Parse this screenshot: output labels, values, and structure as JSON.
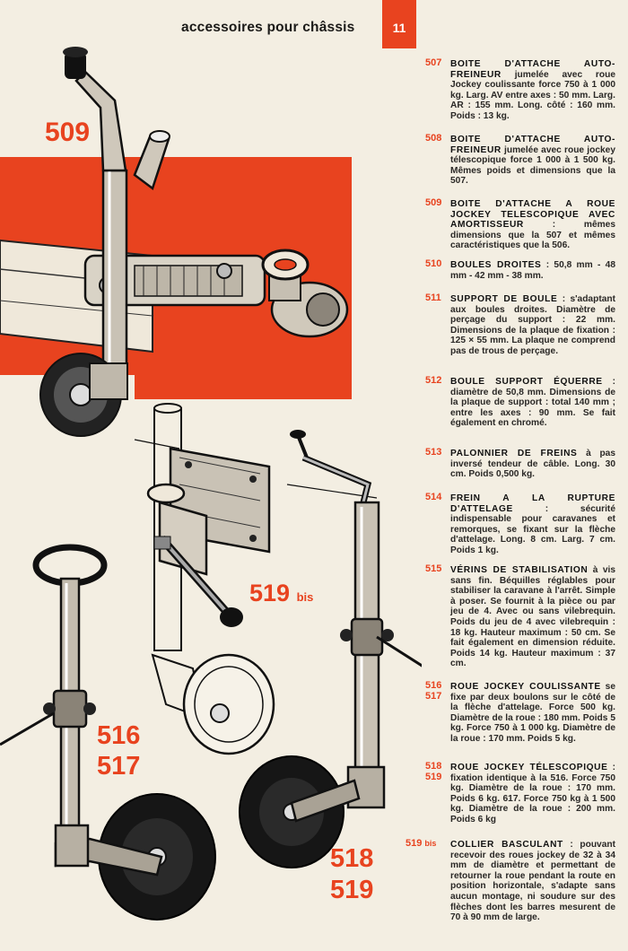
{
  "header": {
    "title": "accessoires pour châssis",
    "page_number": "11"
  },
  "colors": {
    "accent": "#e8431f",
    "paper": "#f3eee2",
    "ink": "#1b1a18"
  },
  "figure_labels": {
    "l509": "509",
    "l519bis": "519",
    "l519bis_suffix": "bis",
    "l516": "516",
    "l517": "517",
    "l518": "518",
    "l519": "519"
  },
  "entries": [
    {
      "num": "507",
      "title": "BOITE D'ATTACHE AUTO-FREINEUR",
      "desc": " jumelée avec roue Jockey coulissante force 750 à 1 000 kg. Larg. AV entre axes : 50 mm. Larg. AR : 155 mm. Long. côté : 160 mm. Poids : 13 kg."
    },
    {
      "num": "508",
      "title": "BOITE D'ATTACHE AUTO-FREINEUR",
      "desc": " jumelée avec roue jockey télescopique force 1 000 à 1 500 kg. Mêmes poids et dimensions que la 507."
    },
    {
      "num": "509",
      "title": "BOITE D'ATTACHE A ROUE JOCKEY TELESCOPIQUE AVEC AMORTISSEUR",
      "desc": " : mêmes dimensions que la 507 et mêmes caractéristiques que la 506."
    },
    {
      "num": "510",
      "title": "BOULES DROITES",
      "desc": " : 50,8 mm - 48 mm - 42 mm - 38 mm."
    },
    {
      "num": "511",
      "title": "SUPPORT DE BOULE",
      "desc": " : s'adaptant aux boules droites. Diamètre de perçage du support : 22 mm. Dimensions de la plaque de fixation : 125 × 55 mm. La plaque ne comprend pas de trous de perçage."
    },
    {
      "num": "512",
      "title": "BOULE SUPPORT ÉQUERRE",
      "desc": " : diamètre de 50,8 mm. Dimensions de la plaque de support : total 140 mm ; entre les axes : 90 mm. Se fait également en chromé."
    },
    {
      "num": "513",
      "title": "PALONNIER DE FREINS",
      "desc": " à pas inversé tendeur de câble. Long. 30 cm. Poids 0,500 kg."
    },
    {
      "num": "514",
      "title": "FREIN A LA RUPTURE D'ATTELAGE",
      "desc": " : sécurité indispensable pour caravanes et remorques, se fixant sur la flèche d'attelage. Long. 8 cm. Larg. 7 cm. Poids 1 kg."
    },
    {
      "num": "515",
      "title": "VÉRINS DE STABILISATION",
      "desc": " à vis sans fin. Béquilles réglables pour stabiliser la caravane à l'arrêt. Simple à poser. Se fournit à la pièce ou par jeu de 4. Avec ou sans vilebrequin. Poids du jeu de 4 avec vilebrequin : 18 kg. Hauteur maximum : 50 cm. Se fait également en dimension réduite. Poids 14 kg. Hauteur maximum : 37 cm."
    },
    {
      "num": "516\n517",
      "title": "ROUE JOCKEY COULISSANTE",
      "desc": " se fixe par deux boulons sur le côté de la flèche d'attelage. Force 500 kg. Diamètre de la roue : 180 mm. Poids 5 kg. Force 750 à 1 000 kg. Diamètre de la roue : 170 mm. Poids 5 kg."
    },
    {
      "num": "518\n519",
      "title": "ROUE JOCKEY TÉLESCOPIQUE",
      "desc": " : fixation identique à la 516. Force 750 kg. Diamètre de la roue : 170 mm. Poids 6 kg. 617. Force 750 kg à 1 500 kg. Diamètre de la roue : 200 mm. Poids 6 kg"
    },
    {
      "num": "519",
      "num_suffix": "bis",
      "title": "COLLIER BASCULANT",
      "desc": " : pouvant recevoir des roues jockey de 32 à 34 mm de diamètre et permettant de retourner la roue pendant la route en position horizontale, s'adapte sans aucun montage, ni soudure sur des flèches dont les barres mesurent de 70 à 90 mm de large."
    }
  ]
}
